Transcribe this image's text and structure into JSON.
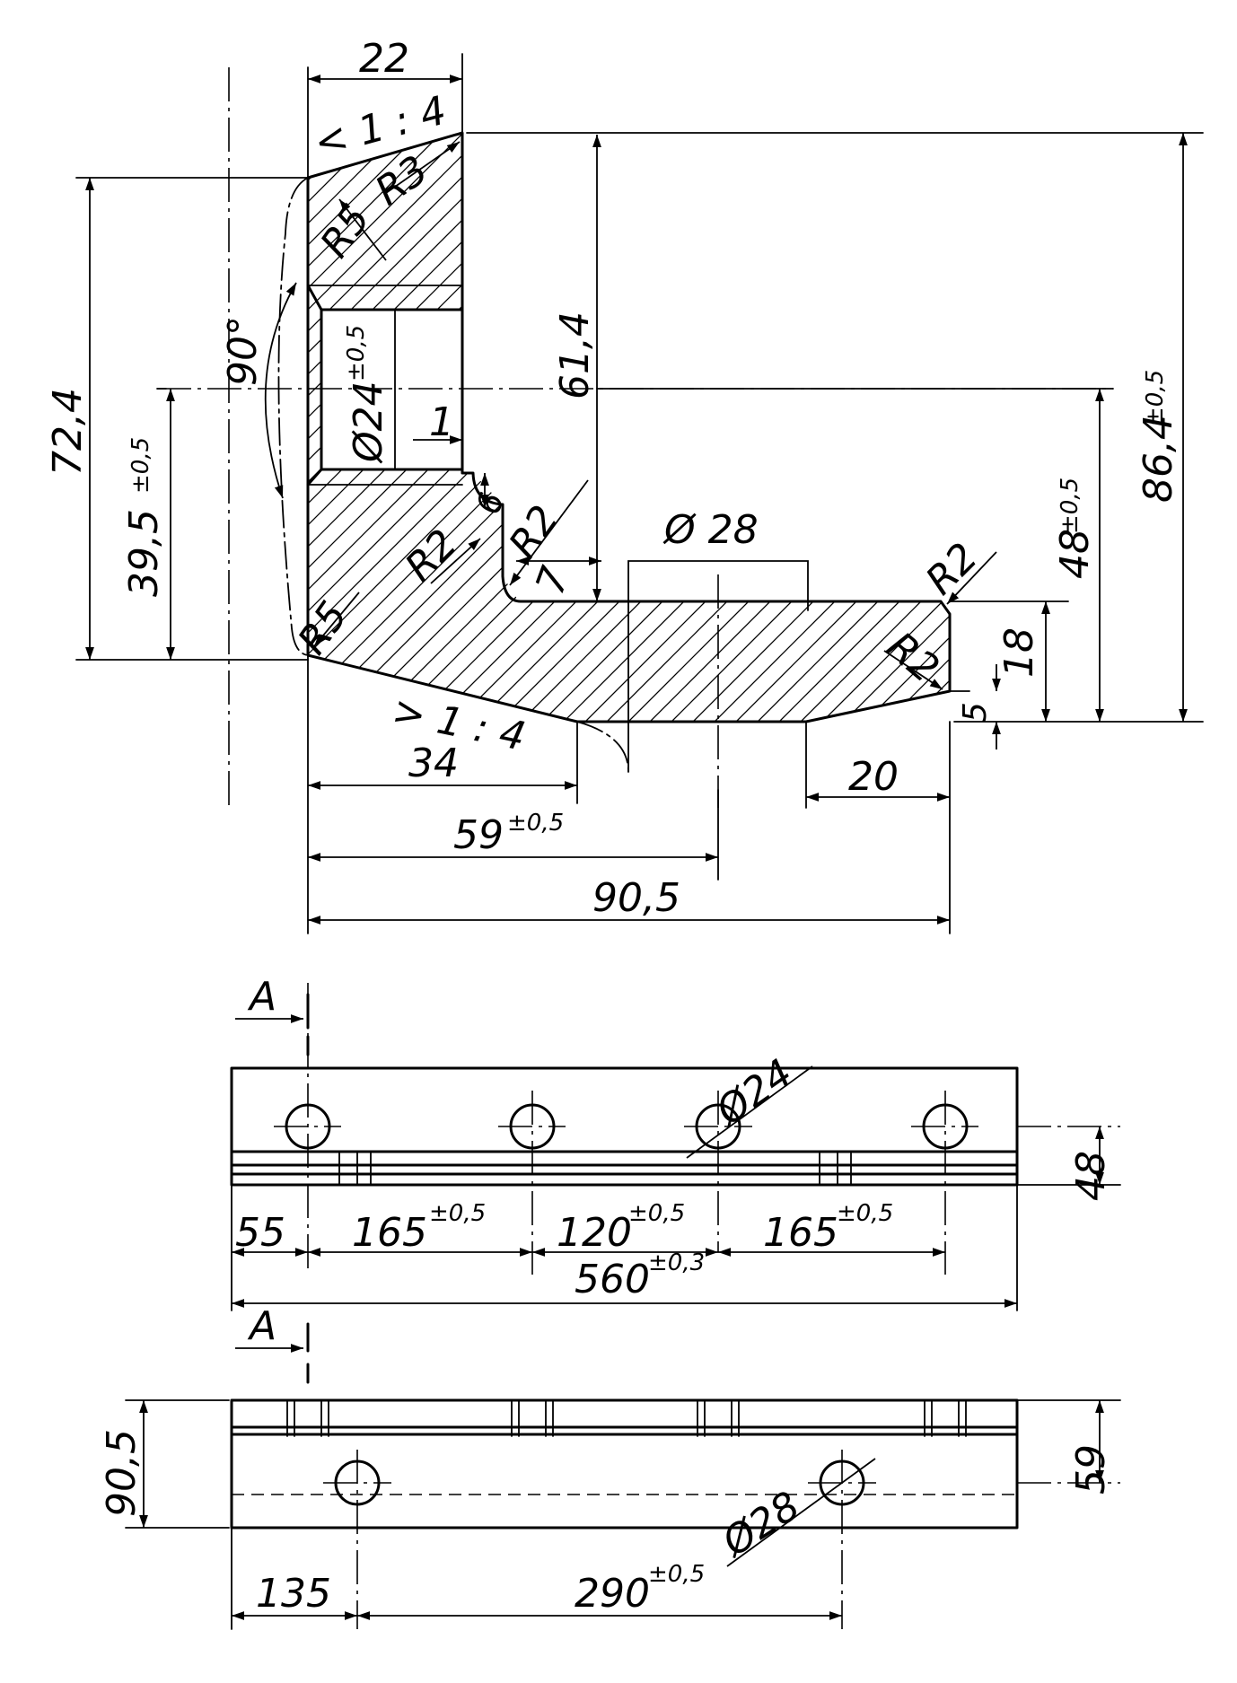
{
  "section": {
    "dim_22": "22",
    "taper_top": "< 1 : 4",
    "r3": "R3",
    "r5_top": "R5",
    "angle": "90°",
    "hole": "Ø24",
    "hole_tol": "±0,5",
    "dim_1": "1",
    "dim_6": "6",
    "r2_inner": "R2",
    "r2_a": "R2",
    "dim_7": "7",
    "dia_28": "Ø 28",
    "r2_right": "R2",
    "r2_right_b": "R2",
    "dim_72_4": "72,4",
    "dim_39_5": "39,5",
    "tol_39_5": "±0,5",
    "dim_61_4": "61,4",
    "dim_48": "48",
    "tol_48": "±0,5",
    "dim_86_4": "86,4",
    "tol_86_4": "±0,5",
    "dim_18": "18",
    "dim_5": "5",
    "r5_bottom": "R5",
    "taper_bottom": "> 1 : 4",
    "dim_34": "34",
    "dim_20": "20",
    "dim_59": "59",
    "tol_59": "±0,5",
    "dim_90_5": "90,5"
  },
  "front_view": {
    "section_mark": "A",
    "hole_label": "Ø24",
    "dim_48": "48",
    "dim_55": "55",
    "dim_165a": "165",
    "tol_165a": "±0,5",
    "dim_120": "120",
    "tol_120": "±0,5",
    "dim_165b": "165",
    "tol_165b": "±0,5",
    "dim_560": "560",
    "tol_560": "±0,3"
  },
  "bottom_view": {
    "section_mark": "A",
    "dim_90_5": "90,5",
    "dim_59": "59",
    "hole_label": "Ø28",
    "dim_135": "135",
    "dim_290": "290",
    "tol_290": "±0,5"
  }
}
